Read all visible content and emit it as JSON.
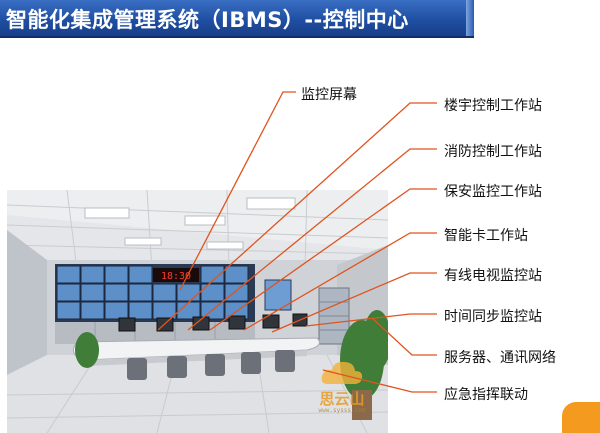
{
  "title": "智能化集成管理系统（IBMS）--控制中心",
  "labels": {
    "screen": "监控屏幕",
    "building": "楼宇控制工作站",
    "fire": "消防控制工作站",
    "security": "保安监控工作站",
    "card": "智能卡工作站",
    "catv": "有线电视监控站",
    "time": "时间同步监控站",
    "server": "服务器、通讯网络",
    "emergency": "应急指挥联动"
  },
  "clock_display": "18:30",
  "watermark": {
    "name": "思云山",
    "url": "www.sysss.com"
  },
  "colors": {
    "title_bar": "#2a5bb4",
    "leader_line": "#e0541e",
    "accent": "#f39a1f"
  }
}
